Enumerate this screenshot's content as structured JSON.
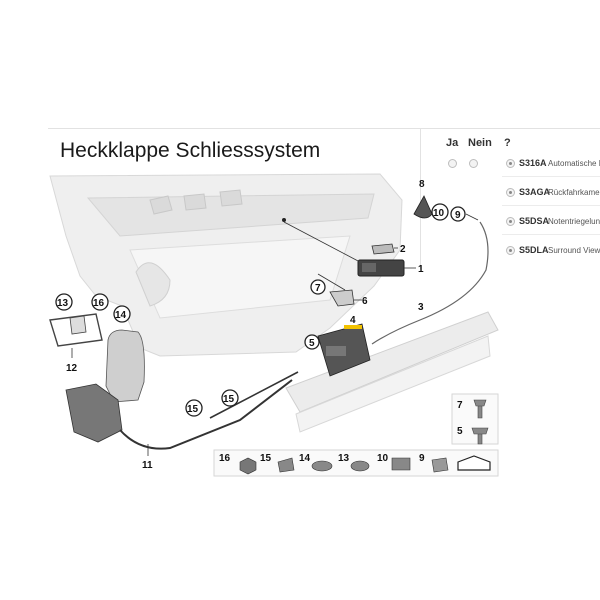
{
  "title": "Heckklappe Schliesssystem",
  "options": {
    "headers": {
      "ja": "Ja",
      "nein": "Nein",
      "info": "?"
    },
    "rows": [
      {
        "code": "S316A",
        "desc": "Automatische H"
      },
      {
        "code": "S3AGA",
        "desc": "Rückfahrkame"
      },
      {
        "code": "S5DSA",
        "desc": "Notentriegelun"
      },
      {
        "code": "S5DLA",
        "desc": "Surround View"
      }
    ]
  },
  "callouts": [
    "1",
    "2",
    "3",
    "4",
    "5",
    "6",
    "7",
    "8",
    "9",
    "10",
    "11",
    "12",
    "13",
    "14",
    "15",
    "15",
    "16"
  ],
  "parts_legend": {
    "right": [
      "7",
      "5"
    ],
    "bottom": [
      "16",
      "15",
      "14",
      "13",
      "10",
      "9"
    ]
  },
  "colors": {
    "highlight_tag": "#f2c200",
    "part_line": "#333333",
    "panel_fill": "#efefef"
  }
}
